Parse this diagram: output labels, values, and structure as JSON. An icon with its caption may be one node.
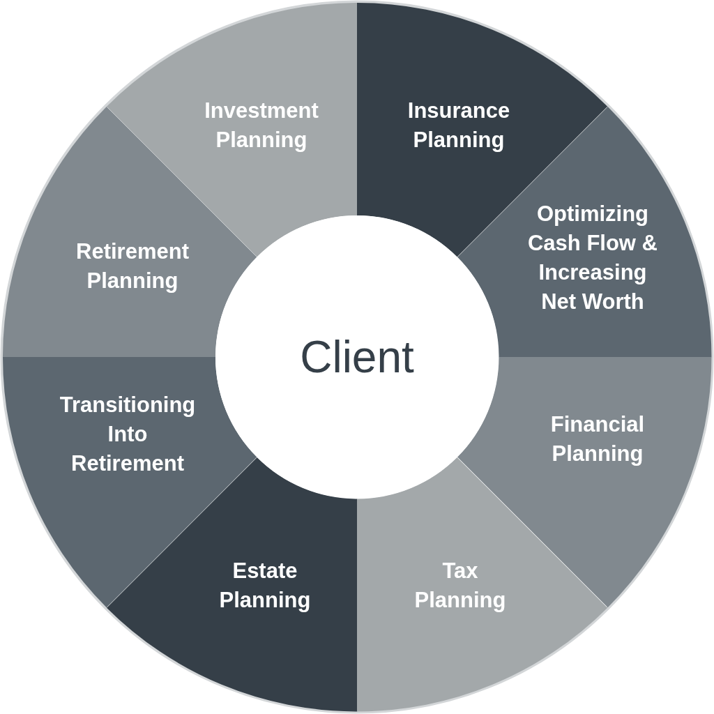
{
  "diagram": {
    "nodes": [
      {
        "text": [
          "Investment Planning"
        ]
      },
      {
        "text": [
          "Insurance Planning"
        ]
      },
      {
        "text": [
          "Optimizing Cash Flow & Increasing Net Worth"
        ]
      },
      {
        "text": [
          "Retirement Planning"
        ]
      },
      {
        "text": [
          "Client"
        ]
      },
      {
        "text": [
          "Transitioning Into Retirement"
        ]
      },
      {
        "text": [
          "Financial Planning"
        ]
      },
      {
        "text": [
          "Estate Planning"
        ]
      },
      {
        "text": [
          "Tax Planning"
        ]
      }
    ],
    "edges": []
  }
}
